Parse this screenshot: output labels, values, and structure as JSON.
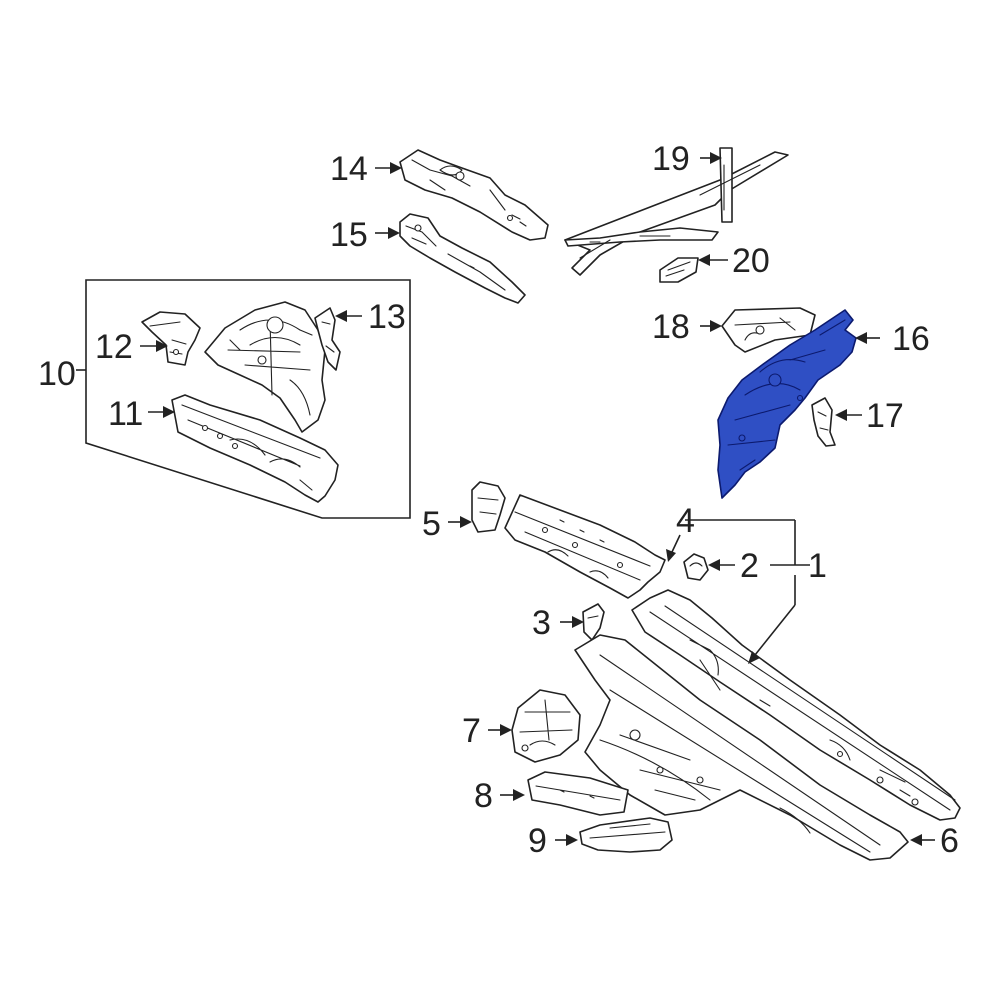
{
  "highlight": {
    "part": "16",
    "fill": "#2f4fc4",
    "stroke": "#0c1a6e"
  },
  "callouts": {
    "c1": "1",
    "c2": "2",
    "c3": "3",
    "c4": "4",
    "c5": "5",
    "c6": "6",
    "c7": "7",
    "c8": "8",
    "c9": "9",
    "c10": "10",
    "c11": "11",
    "c12": "12",
    "c13": "13",
    "c14": "14",
    "c15": "15",
    "c16": "16",
    "c17": "17",
    "c18": "18",
    "c19": "19",
    "c20": "20"
  }
}
